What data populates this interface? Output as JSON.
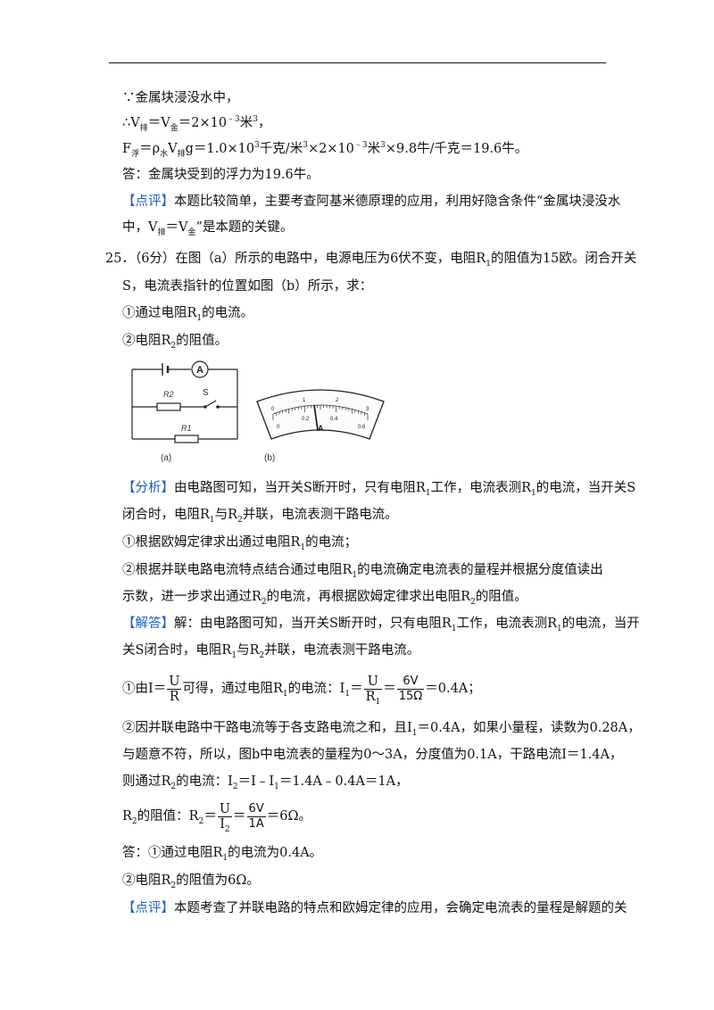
{
  "l1": "∵金属块浸没水中，",
  "l2": {
    "a": "∴V",
    "s1": "排",
    "b": "＝V",
    "s2": "金",
    "c": "＝2×10",
    "e": "﹣3",
    "d": "米",
    "e2": "3",
    "f": "，"
  },
  "l3": {
    "a": "F",
    "s1": "浮",
    "b": "＝ρ",
    "s2": "水",
    "c": "V",
    "s3": "排",
    "d": "g＝1.0×10",
    "e1": "3",
    "f": "千克/米",
    "e2": "3",
    "g": "×2×10",
    "e3": "﹣3",
    "h": "米",
    "e4": "3",
    "i": "×9.8牛/千克＝19.6牛。"
  },
  "l4": "答：金属块受到的浮力为19.6牛。",
  "l5": {
    "tag": "【点评】",
    "text": "本题比较简单，主要考查阿基米德原理的应用，利用好隐含条件“金属块浸没水"
  },
  "l6": {
    "a": "中，V",
    "s1": "排",
    "b": "＝V",
    "s2": "金",
    "c": "”是本题的关键。"
  },
  "q25": {
    "a": "25．（6分）在图（a）所示的电路中，电源电压为6伏不变，电阻R",
    "s1": "1",
    "b": "的阻值为15欧。闭合开关"
  },
  "q25b": "S，电流表指针的位置如图（b）所示，求：",
  "q1": {
    "a": "①通过电阻R",
    "s1": "1",
    "b": "的电流。"
  },
  "q2": {
    "a": "②电阻R",
    "s1": "2",
    "b": "的阻值。"
  },
  "fig": {
    "a_label": "(a)",
    "b_label": "(b)",
    "ammeter": "A",
    "r2": "R2",
    "r1": "R1",
    "switch": "S",
    "scale_top": [
      "0",
      "1",
      "2",
      "3"
    ],
    "scale_bottom": [
      "0",
      "0.2",
      "0.4",
      "0.6"
    ],
    "meter_unit": "A"
  },
  "an": {
    "tag": "【分析】",
    "a": "由电路图可知，当开关S断开时，只有电阻R",
    "s1": "1",
    "b": "工作，电流表测R",
    "s2": "1",
    "c": "的电流，当开关S"
  },
  "an2": {
    "a": "闭合时，电阻R",
    "s1": "1",
    "b": "与R",
    "s2": "2",
    "c": "并联，电流表测干路电流。"
  },
  "an3": {
    "a": "①根据欧姆定律求出通过电阻R",
    "s1": "1",
    "b": "的电流；"
  },
  "an4": {
    "a": "②根据并联电路电流特点结合通过电阻R",
    "s1": "1",
    "b": "的电流确定电流表的量程并根据分度值读出"
  },
  "an5": {
    "a": "示数，进一步求出通过R",
    "s1": "2",
    "b": "的电流，再根据欧姆定律求出电阻R",
    "s2": "2",
    "c": "的阻值。"
  },
  "so": {
    "tag": "【解答】",
    "a": "解：由电路图可知，当开关S断开时，只有电阻R",
    "s1": "1",
    "b": "工作，电流表测R",
    "s2": "1",
    "c": "的电流，当开"
  },
  "so2": {
    "a": "关S闭合时，电阻R",
    "s1": "1",
    "b": "与R",
    "s2": "2",
    "c": "并联，电流表测干路电流。"
  },
  "so3": {
    "a": "①由I＝",
    "fn": "U",
    "fd": "R",
    "b": "可得，通过电阻R",
    "s1": "1",
    "c": "的电流：I",
    "s2": "1",
    "d": "＝",
    "gn": "U",
    "gd": "R",
    "gs": "1",
    "e": "＝",
    "hn": "6V",
    "hd": "15Ω",
    "f": "＝0.4A；"
  },
  "so4": {
    "a": "②因并联电路中干路电流等于各支路电流之和，且I",
    "s1": "1",
    "b": "＝0.4A，如果小量程，读数为0.28A，"
  },
  "so5": "与题意不符，所以，图b中电流表的量程为0～3A，分度值为0.1A，干路电流I＝1.4A，",
  "so6": {
    "a": "则通过R",
    "s1": "2",
    "b": "的电流：I",
    "s2": "2",
    "c": "＝I﹣I",
    "s3": "1",
    "d": "＝1.4A﹣0.4A＝1A，"
  },
  "so7": {
    "a": "R",
    "s1": "2",
    "b": "的阻值：R",
    "s2": "2",
    "c": "＝",
    "fn": "U",
    "fd": "I",
    "fs": "2",
    "d": "＝",
    "gn": "6V",
    "gd": "1A",
    "e": "＝6Ω。"
  },
  "ans1": {
    "a": "答：①通过电阻R",
    "s1": "1",
    "b": "的电流为0.4A。"
  },
  "ans2": {
    "a": "②电阻R",
    "s1": "2",
    "b": "的阻值为6Ω。"
  },
  "cm": {
    "tag": "【点评】",
    "text": "本题考查了并联电路的特点和欧姆定律的应用，会确定电流表的量程是解题的关"
  }
}
